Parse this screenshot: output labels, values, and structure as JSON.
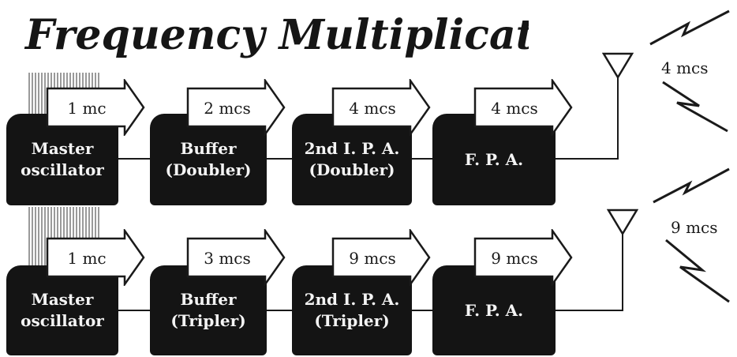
{
  "title": "Frequency Multiplication",
  "chains": [
    {
      "stages": [
        {
          "lines": [
            "Master",
            "oscillator"
          ],
          "freq": "1 mc"
        },
        {
          "lines": [
            "Buffer",
            "(Doubler)"
          ],
          "freq": "2 mcs"
        },
        {
          "lines": [
            "2nd I. P. A.",
            "(Doubler)"
          ],
          "freq": "4 mcs"
        },
        {
          "lines": [
            "F. P. A."
          ],
          "freq": "4 mcs"
        }
      ],
      "output": "4 mcs"
    },
    {
      "stages": [
        {
          "lines": [
            "Master",
            "oscillator"
          ],
          "freq": "1 mc"
        },
        {
          "lines": [
            "Buffer",
            "(Tripler)"
          ],
          "freq": "3 mcs"
        },
        {
          "lines": [
            "2nd I. P. A.",
            "(Tripler)"
          ],
          "freq": "9 mcs"
        },
        {
          "lines": [
            "F. P. A."
          ],
          "freq": "9 mcs"
        }
      ],
      "output": "9 mcs"
    }
  ]
}
